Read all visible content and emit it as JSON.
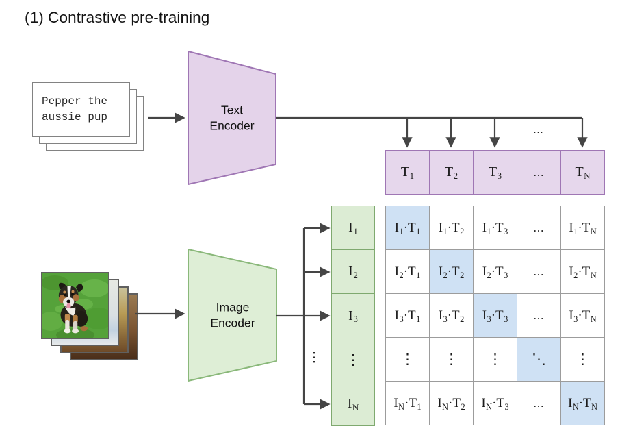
{
  "title": "(1) Contrastive pre-training",
  "caption": {
    "lines": [
      "Pepper the",
      "aussie pup"
    ]
  },
  "text_encoder": {
    "label": "Text Encoder"
  },
  "image_encoder": {
    "label": "Image Encoder"
  },
  "text_embeddings": [
    "T_1",
    "T_2",
    "T_3",
    "...",
    "T_N"
  ],
  "image_embeddings": [
    "I_1",
    "I_2",
    "I_3",
    "⋮",
    "I_N"
  ],
  "arrow_ellipsis": "...",
  "side_ellipsis": "⋮",
  "matrix": {
    "rows": [
      [
        "I_1·T_1",
        "I_1·T_2",
        "I_1·T_3",
        "...",
        "I_1·T_N"
      ],
      [
        "I_2·T_1",
        "I_2·T_2",
        "I_2·T_3",
        "...",
        "I_2·T_N"
      ],
      [
        "I_3·T_1",
        "I_3·T_2",
        "I_3·T_3",
        "...",
        "I_3·T_N"
      ],
      [
        "⋮",
        "⋮",
        "⋮",
        "⋱",
        "⋮"
      ],
      [
        "I_N·T_1",
        "I_N·T_2",
        "I_N·T_3",
        "...",
        "I_N·T_N"
      ]
    ],
    "highlight": "diagonal"
  },
  "colors": {
    "purple_fill": "#e6d7ec",
    "purple_border": "#9f76b4",
    "green_fill": "#dcecd4",
    "green_border": "#7fa96f",
    "blue_fill": "#cfe1f4",
    "gray_border": "#9c9c9c",
    "arrow": "#454545"
  }
}
